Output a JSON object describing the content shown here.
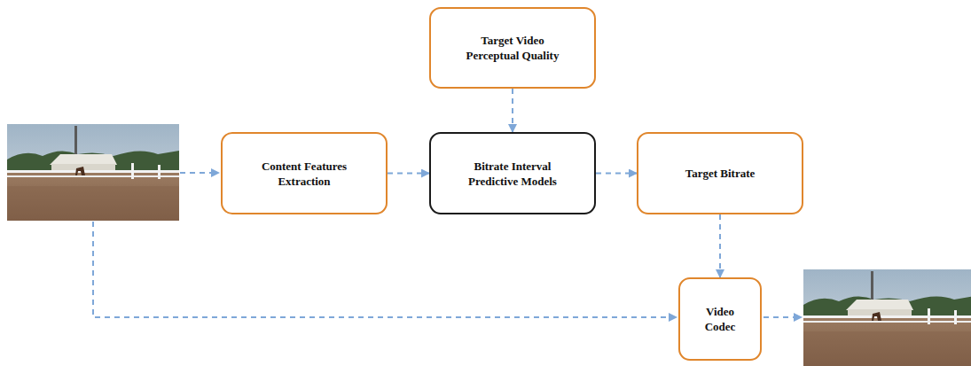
{
  "diagram": {
    "nodes": [
      {
        "text": [
          "Target Video Perceptual Quality"
        ]
      },
      {
        "text": [
          "Content Features Extraction"
        ]
      },
      {
        "text": [
          "Bitrate Interval Predictive Models"
        ]
      },
      {
        "text": [
          "Target Bitrate"
        ]
      },
      {
        "text": [
          "Video Codec"
        ]
      }
    ],
    "edges": [
      {
        "from": 1,
        "to": 2,
        "arrow": "to"
      },
      {
        "from": 0,
        "to": 2,
        "arrow": "to"
      },
      {
        "from": 2,
        "to": 3,
        "arrow": "to"
      },
      {
        "from": 3,
        "to": 4,
        "arrow": "to"
      }
    ]
  }
}
